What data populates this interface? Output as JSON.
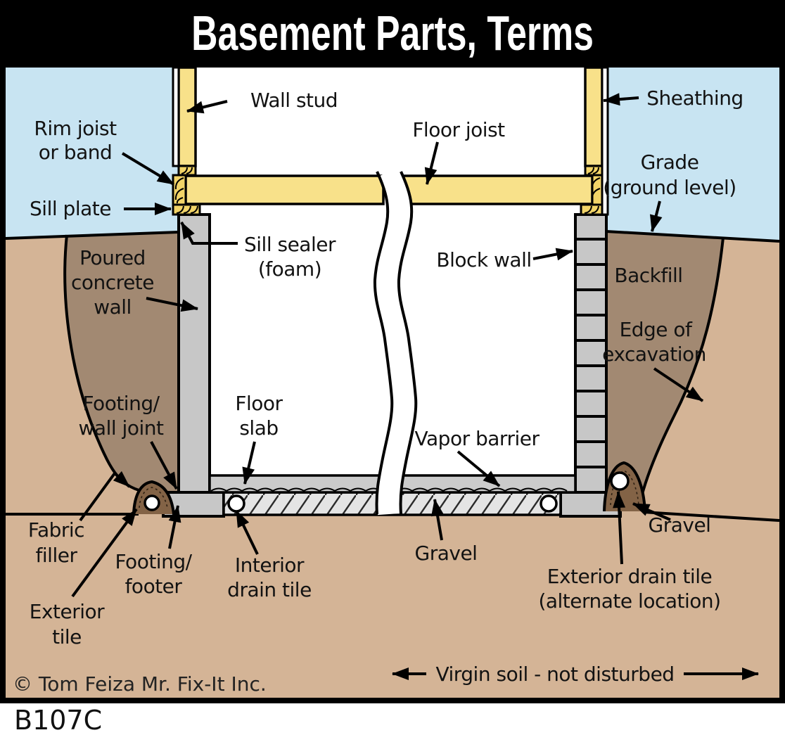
{
  "palette": {
    "title_bg": "#000000",
    "title_fg": "#FFFFFF",
    "sky": "#C8E4F2",
    "soil": "#D4B496",
    "backfill": "#A28972",
    "gravel_dark": "#836346",
    "wood": "#F8E18A",
    "wood_grain": "#F2D468",
    "concrete": "#C7C7C7",
    "slab": "#CBCBCB",
    "gravel_light": "#E4E4E4",
    "line": "#000000"
  },
  "header": {
    "title": "Basement Parts, Terms"
  },
  "footer": {
    "figure_code": "B107C",
    "copyright": "© Tom Feiza Mr. Fix-It Inc."
  },
  "labels": {
    "wall_stud": "Wall stud",
    "floor_joist": "Floor joist",
    "sheathing": "Sheathing",
    "rim_joist": [
      "Rim joist",
      "or band"
    ],
    "sill_plate": "Sill plate",
    "sill_sealer": [
      "Sill sealer",
      "(foam)"
    ],
    "grade": [
      "Grade",
      "(ground level)"
    ],
    "poured_concrete_wall": [
      "Poured",
      "concrete",
      "wall"
    ],
    "block_wall": "Block wall",
    "backfill": "Backfill",
    "edge_of_excavation": [
      "Edge of",
      "excavation"
    ],
    "footing_wall_joint": [
      "Footing/",
      "wall joint"
    ],
    "floor_slab": [
      "Floor",
      "slab"
    ],
    "vapor_barrier": "Vapor barrier",
    "fabric_filler": [
      "Fabric",
      "filler"
    ],
    "footing_footer": [
      "Footing/",
      "footer"
    ],
    "interior_drain_tile": [
      "Interior",
      "drain tile"
    ],
    "gravel_interior": "Gravel",
    "gravel_exterior": "Gravel",
    "exterior_drain_tile": [
      "Exterior drain tile",
      "(alternate location)"
    ],
    "exterior_tile": [
      "Exterior",
      "tile"
    ],
    "virgin_soil": "Virgin soil - not disturbed"
  }
}
